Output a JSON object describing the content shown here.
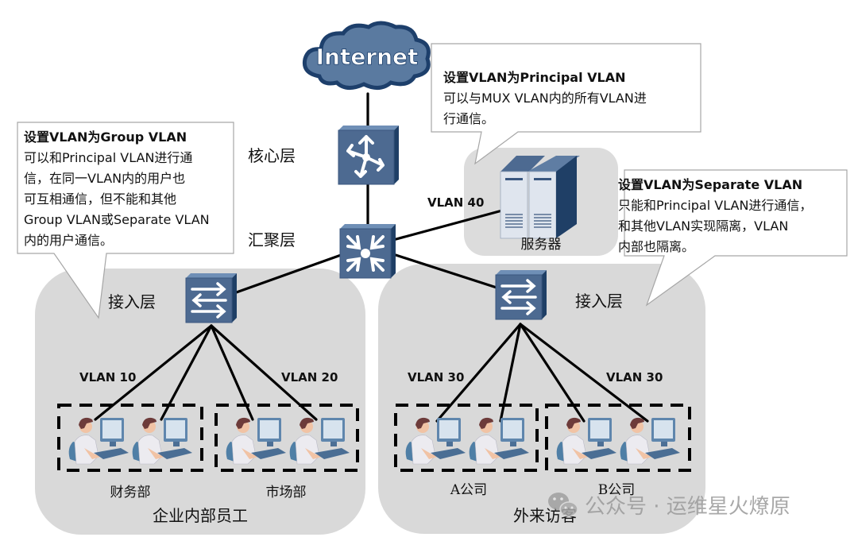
{
  "title": "MUX VLAN 组网示意",
  "internet": {
    "label": "Internet"
  },
  "layers": {
    "core": "核心层",
    "aggregation": "汇聚层",
    "access_left": "接入层",
    "access_right": "接入层"
  },
  "server": {
    "label": "服务器",
    "vlan": "VLAN 40"
  },
  "callouts": {
    "principal": {
      "title": "设置VLAN为Principal VLAN",
      "lines": [
        "可以与MUX VLAN内的所有VLAN进",
        "行通信。"
      ]
    },
    "group": {
      "title": "设置VLAN为Group VLAN",
      "lines": [
        "可以和Principal VLAN进行通",
        "信，在同一VLAN内的用户也",
        "可互相通信，但不能和其他",
        "Group VLAN或Separate VLAN",
        "内的用户通信。"
      ]
    },
    "separate": {
      "title": "设置VLAN为Separate VLAN",
      "lines": [
        "只能和Principal VLAN进行通信，",
        "和其他VLAN实现隔离，VLAN",
        "内部也隔离。"
      ]
    }
  },
  "groups": {
    "internal": {
      "label": "企业内部员工",
      "departments": [
        {
          "name": "财务部",
          "vlan": "VLAN 10",
          "users": 2
        },
        {
          "name": "市场部",
          "vlan": "VLAN 20",
          "users": 2
        }
      ]
    },
    "visitors": {
      "label": "外来访客",
      "departments": [
        {
          "name": "A公司",
          "vlan": "VLAN 30",
          "users": 2
        },
        {
          "name": "B公司",
          "vlan": "VLAN 30",
          "users": 2
        }
      ]
    }
  },
  "watermark": {
    "icon": "wechat-icon",
    "text": "公众号 · 运维星火燎原"
  },
  "colors": {
    "device_face": "#4d6a91",
    "device_dark": "#1f3f66",
    "cloud": "#5a7aa0",
    "cloud_outline": "#1d3f6b",
    "zone_fill": "#d9d9d9",
    "link": "#000000"
  }
}
